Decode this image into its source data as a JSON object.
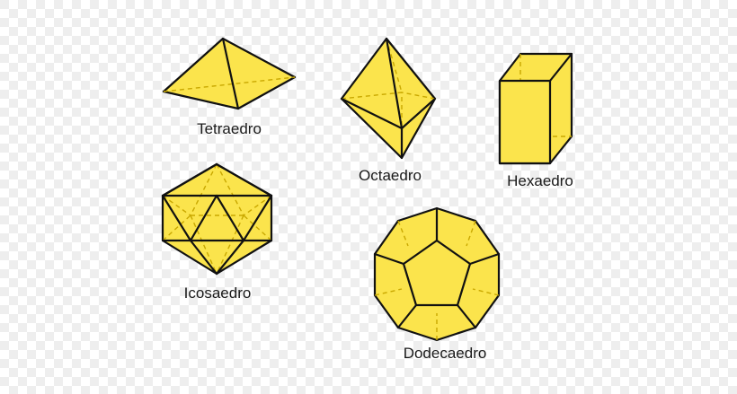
{
  "background": {
    "checker_light": "#ffffff",
    "checker_dark": "#eeeeee"
  },
  "colors": {
    "fill": "#fbe44c",
    "stroke": "#111111",
    "hidden_edge": "#c9a800"
  },
  "solids": [
    {
      "id": "tetraedro",
      "label": "Tetraedro"
    },
    {
      "id": "octaedro",
      "label": "Octaedro"
    },
    {
      "id": "hexaedro",
      "label": "Hexaedro"
    },
    {
      "id": "icosaedro",
      "label": "Icosaedro"
    },
    {
      "id": "dodecaedro",
      "label": "Dodecaedro"
    }
  ]
}
